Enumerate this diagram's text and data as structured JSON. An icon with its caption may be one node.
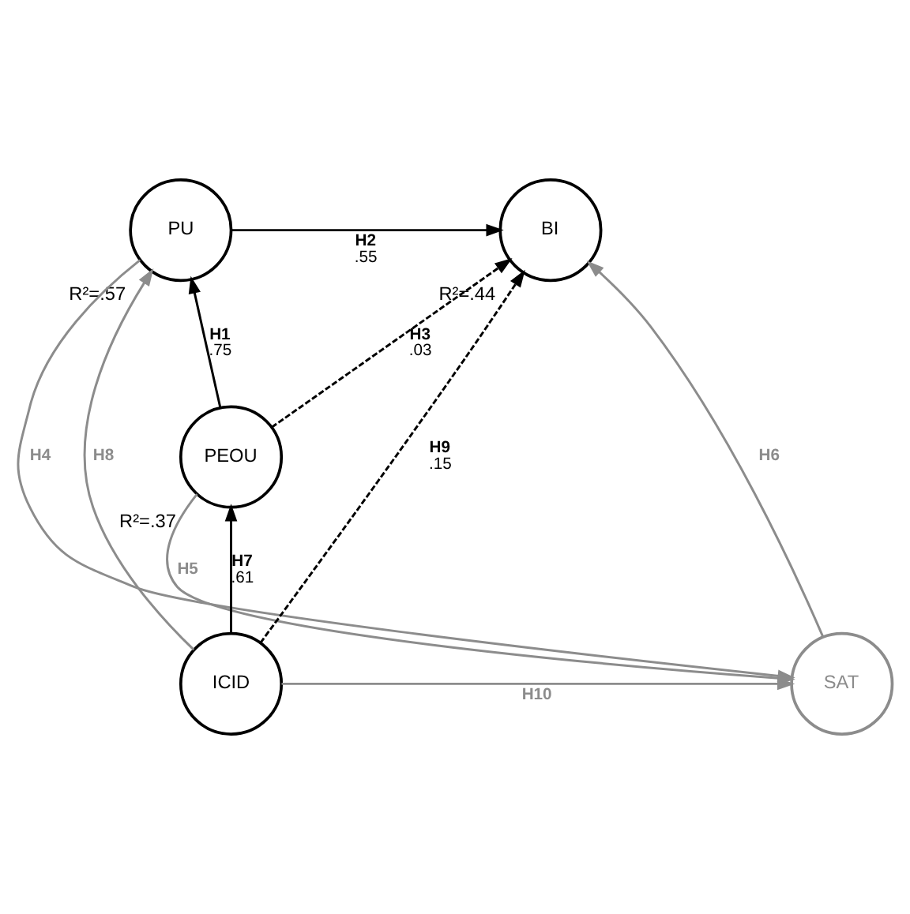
{
  "diagram": {
    "nodes": [
      {
        "text": [
          "PU"
        ],
        "beside": [
          "R²=.57"
        ]
      },
      {
        "text": [
          "BI"
        ],
        "beside": [
          "R²=.44"
        ]
      },
      {
        "text": [
          "PEOU"
        ],
        "beside": [
          "R²=.37"
        ]
      },
      {
        "text": [
          "SAT"
        ]
      },
      {
        "text": [
          "ICID"
        ]
      }
    ],
    "edges": [
      {
        "from": 2,
        "to": 0,
        "arrow": "to",
        "label": "H1 .75"
      },
      {
        "from": 0,
        "to": 1,
        "arrow": "to",
        "label": "H2 .55"
      },
      {
        "from": 2,
        "to": 1,
        "arrow": "to",
        "label": "H3 .03",
        "style": "dashed"
      },
      {
        "from": 0,
        "to": 3,
        "arrow": "to",
        "label": "H4",
        "color": "#8c8c8c"
      },
      {
        "from": 2,
        "to": 3,
        "arrow": "to",
        "label": "H5",
        "color": "#8c8c8c"
      },
      {
        "from": 3,
        "to": 1,
        "arrow": "to",
        "label": "H6",
        "color": "#8c8c8c"
      },
      {
        "from": 4,
        "to": 2,
        "arrow": "to",
        "label": "H7 .61"
      },
      {
        "from": 4,
        "to": 0,
        "arrow": "to",
        "label": "H8",
        "color": "#8c8c8c"
      },
      {
        "from": 4,
        "to": 1,
        "arrow": "to",
        "label": "H9 .15",
        "style": "dashed"
      },
      {
        "from": 4,
        "to": 3,
        "arrow": "to",
        "label": "H10",
        "color": "#8c8c8c"
      }
    ]
  }
}
